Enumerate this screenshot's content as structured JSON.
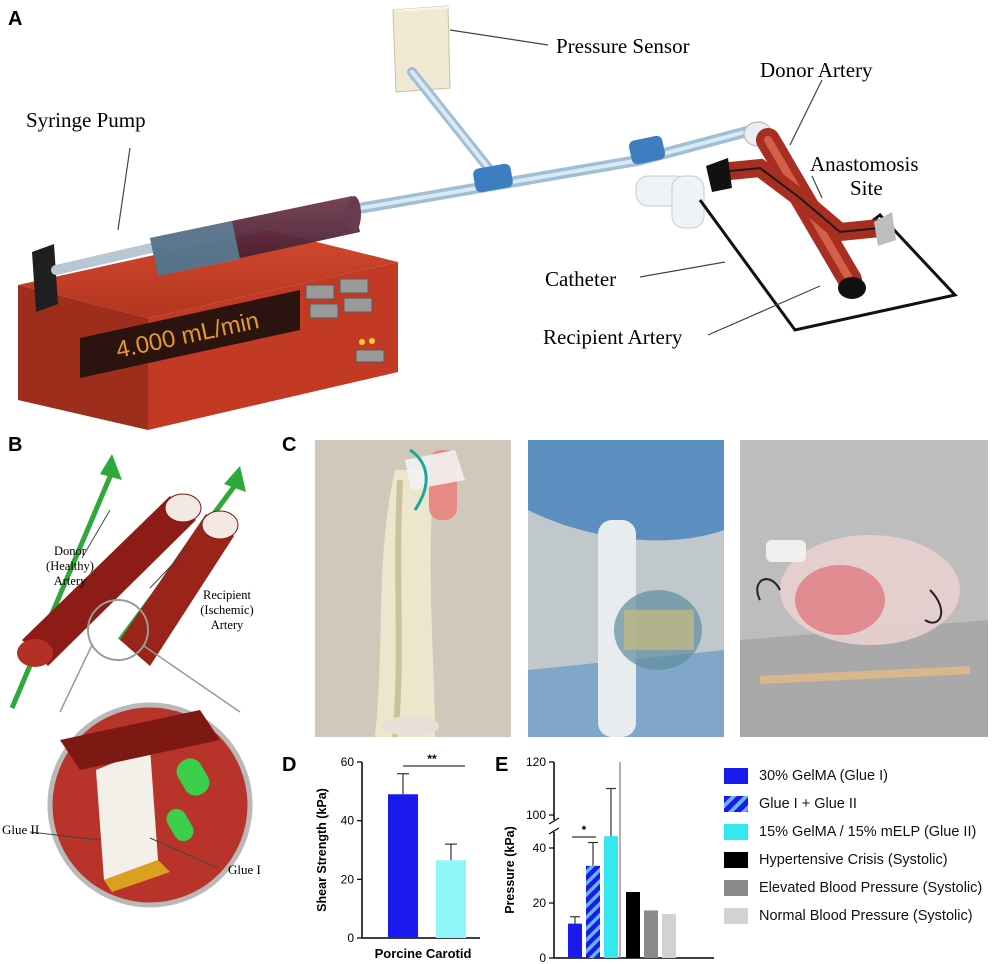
{
  "panels": {
    "a": "A",
    "b": "B",
    "c": "C",
    "d": "D",
    "e": "E"
  },
  "panel_a": {
    "pressure_sensor": "Pressure Sensor",
    "donor_artery": "Donor Artery",
    "syringe_pump": "Syringe Pump",
    "anastomosis_line1": "Anastomosis",
    "anastomosis_line2": "Site",
    "catheter": "Catheter",
    "recipient_artery": "Recipient Artery",
    "pump_display": "4.000 mL/min"
  },
  "panel_b": {
    "donor_line1": "Donor",
    "donor_line2": "(Healthy)",
    "donor_line3": "Artery",
    "recipient_line1": "Recipient",
    "recipient_line2": "(Ischemic)",
    "recipient_line3": "Artery",
    "glue2": "Glue II",
    "glue1": "Glue I"
  },
  "colors": {
    "glue1": "#1a1aee",
    "glue2_dark": "#1a1aee",
    "glue2_light": "#63b8f2",
    "elp": "#35e8ee",
    "porcine_light": "#8ef6f8",
    "hypertensive": "#000000",
    "elevated": "#8a8a8a",
    "normal": "#d2d2d2",
    "pump_red": "#c43a24",
    "artery_red": "#b8362a"
  },
  "chart_data": [
    {
      "type": "bar",
      "ylabel": "Shear Strength (kPa)",
      "xlabel": "Porcine Carotid",
      "ylim": [
        0,
        60
      ],
      "yticks": [
        "0",
        "20",
        "40",
        "60"
      ],
      "categories": [
        "30% GelMA (Glue I)",
        "15% GelMA / 15% mELP (Glue II)"
      ],
      "values": [
        49,
        26.5
      ],
      "errors": [
        7,
        5.5
      ],
      "significance": "**"
    },
    {
      "type": "bar",
      "ylabel": "Pressure (kPa)",
      "ylim": [
        0,
        120
      ],
      "yticks": [
        "0",
        "20",
        "40",
        "100",
        "120"
      ],
      "axis_break": true,
      "categories": [
        "30% GelMA (Glue I)",
        "Glue I + Glue II",
        "15% GelMA / 15% mELP (Glue II)",
        "Hypertensive Crisis (Systolic)",
        "Elevated Blood Pressure (Systolic)",
        "Normal Blood Pressure (Systolic)"
      ],
      "values": [
        12.5,
        33.5,
        92,
        24,
        17.3,
        16
      ],
      "errors": [
        2.5,
        8.5,
        18,
        0,
        0,
        0
      ],
      "significance": "*",
      "legend": [
        "30% GelMA (Glue I)",
        "Glue I + Glue II",
        "15% GelMA / 15% mELP (Glue II)",
        "Hypertensive Crisis (Systolic)",
        "Elevated Blood Pressure (Systolic)",
        "Normal Blood Pressure (Systolic)"
      ]
    }
  ]
}
